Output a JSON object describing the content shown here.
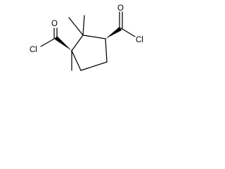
{
  "molecule": {
    "atoms": {
      "o_left": "O",
      "cl_left": "Cl",
      "o_right": "O",
      "cl_right": "Cl"
    },
    "colors": {
      "bond": "#000000",
      "text": "#000000",
      "background": "#ffffff"
    }
  }
}
